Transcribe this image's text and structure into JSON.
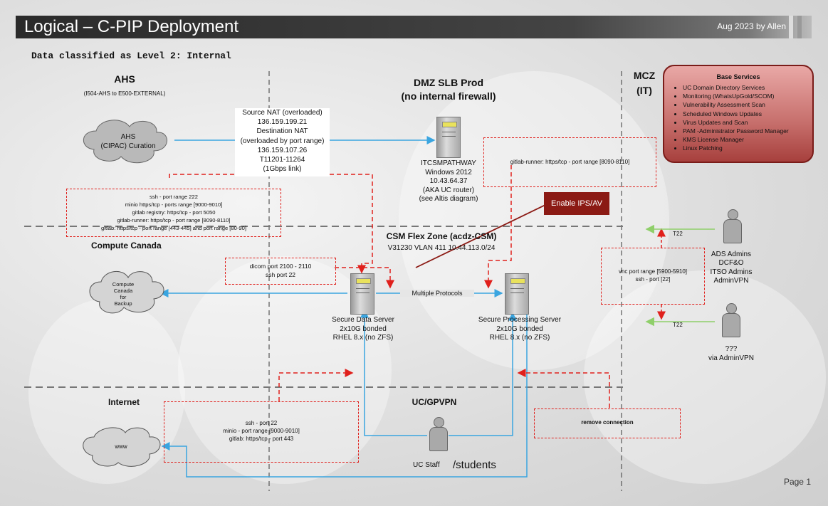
{
  "header": {
    "title": "Logical – C-PIP Deployment",
    "date_author": "Aug 2023 by Allen"
  },
  "classification": "Data classified as Level 2: Internal",
  "zones": {
    "ahs": "AHS",
    "ahs_sub": "(I504-AHS to E500-EXTERNAL)",
    "dmz_line1": "DMZ SLB Prod",
    "dmz_line2": "(no internal firewall)",
    "mcz_line1": "MCZ",
    "mcz_line2": "(IT)",
    "compute_canada": "Compute Canada",
    "internet": "Internet",
    "ucgpvpn": "UC/GPVPN"
  },
  "clouds": {
    "ahs_curation": [
      "AHS",
      "(CIPAC) Curation"
    ],
    "compute_backup": [
      "Compute",
      "Canada",
      "for",
      "Backup"
    ],
    "www": "www"
  },
  "nat_box": [
    "Source NAT (overloaded)",
    "136.159.199.21",
    "Destination NAT",
    "(overloaded by port range)",
    "136.159.107.26",
    "T11201-11264",
    "(1Gbps link)"
  ],
  "router": [
    "ITCSMPATHWAY",
    "Windows 2012",
    "10.43.64.37",
    "(AKA UC router)",
    "(see Altis diagram)"
  ],
  "runner_box": "gitlab-runner: https/tcp - port range [8090-8110]",
  "ahs_ports": [
    "ssh - port range 222",
    "minio https/tcp - ports range [9000-9010]",
    "gitlab registry: https/tcp - port 5050",
    "gitlab-runner: https/tcp - port range [8090-8110]",
    "gitlab: https/tcp - port range [443-445] and port range [80-90]"
  ],
  "enable_ips": "Enable IPS/AV",
  "csm_zone": {
    "title": "CSM Flex Zone (acdz-CSM)",
    "vlan": "V31230 VLAN 411 10.44.113.0/24"
  },
  "dicom_box": [
    "dicom port 2100 - 2110",
    "ssh port 22"
  ],
  "multi_protocols": "Multiple Protocols",
  "data_server": [
    "Secure Data Server",
    "2x10G bonded",
    "RHEL 8.x (no ZFS)"
  ],
  "processing_server": [
    "Secure Processing Server",
    "2x10G bonded",
    "RHEL 8.x (no ZFS)"
  ],
  "base_services": {
    "title": "Base Services",
    "items": [
      "UC Domain Directory Services",
      "Monitoring (WhatsUpGold/SCOM)",
      "Vulnerability Assessment Scan",
      "Scheduled Windows Updates",
      "Virus Updates and Scan",
      "PAM -Administrator Password Manager",
      "KMS License Manager",
      "Linux Patching"
    ]
  },
  "t22_top": "T22",
  "t22_bottom": "T22",
  "admins": [
    "ADS Admins",
    "DCF&O",
    "ITSO Admins",
    "AdminVPN"
  ],
  "vnc_box": [
    "vnc port range [5900-5910]",
    "ssh - port [22]"
  ],
  "unknown_admin": [
    "???",
    "via AdminVPN"
  ],
  "internet_ports": [
    "ssh - port 22",
    "minio - port range [9000-9010]",
    "gitlab: https/tcp - port 443"
  ],
  "remove_connection": "remove connection",
  "uc_staff": "UC Staff",
  "students": "/students",
  "page_label": "Page 1",
  "colors": {
    "arrow_blue": "#3aa5e0",
    "dash_red": "#e0201c",
    "green": "#8fcf6a",
    "ips_bg": "#8b1a14"
  }
}
